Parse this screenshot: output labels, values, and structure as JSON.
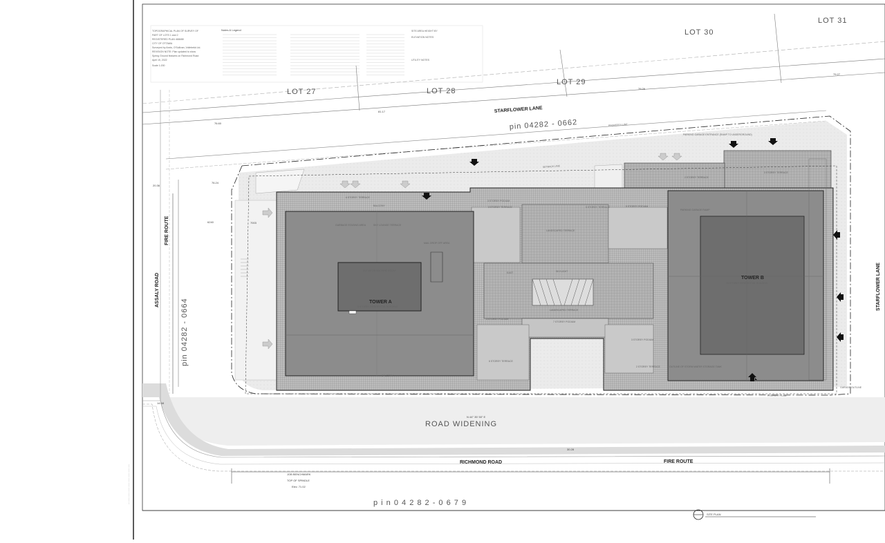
{
  "lots": {
    "lot31": "LOT  31",
    "lot30": "LOT  30",
    "lot29": "LOT  29",
    "lot28": "LOT  28",
    "lot27": "LOT  27"
  },
  "streets": {
    "starflower_lane": "STARFLOWER LANE",
    "starflower_lane_east": "STARFLOWER LANE",
    "assaly_road": "ASSALY ROAD",
    "fire_route_west": "FIRE ROUTE",
    "fire_route_south": "FIRE ROUTE",
    "richmond_road": "RICHMOND ROAD",
    "road_widening": "ROAD          WIDENING"
  },
  "pins": {
    "north": "pin  04282 - 0662",
    "west": "pin  04282 - 0664",
    "south": "p i n   0 4 2 8 2   -   0 6 7 9"
  },
  "buildings": {
    "tower_a": "TOWER A",
    "tower_a_sub": "9 STOREY RESIDENTIAL BUILDING",
    "tower_b": "TOWER B",
    "tower_b_sub": "23 STOREY RESIDENTIAL BUILDING",
    "elevator": "ELEVATOR MACHINE ROOM"
  },
  "areas": {
    "storey3_podium_n": "3 STOREY PODIUM",
    "storey3_terrace_n": "3 STOREY TERRACE",
    "storey2_terrace": "2 STOREY TERRACE",
    "storey3_terrace_ne": "3 STOREY TERRACE",
    "storey6_terrace": "6 STOREY TERRACE",
    "storey5_terrace": "5 STOREY TERRACE",
    "storey5_podium": "5 STOREY PODIUM",
    "storey3_podium_s": "3 STOREY PODIUM",
    "storey6_terrace_s": "6 STOREY TERRACE",
    "storey3_podium_se": "3 STOREY PODIUM",
    "storey2_terrace_s": "2 STOREY TERRACE",
    "landscaped_terrace_n": "LANDSCAPED TERRACE",
    "landscaped_terrace_s": "LANDSCAPED TERRACE",
    "storey7_podium": "7 STOREY PODIUM",
    "skylight": "SKYLIGHT",
    "east": "EAST",
    "balcony_n": "BALCONY",
    "balcony_s": "BALCONY",
    "garbage": "GARBAGE STAGING AREA",
    "sky_lounge": "SKY LOUNGE TERRACE",
    "mail_drop": "MAIL DROP OFF AREA",
    "parking_ramp": "PARKING GARAGE RAMP",
    "stormwater": "OUTLINE OF STORM WATER STORAGE TANK",
    "garage_outline": "GARAGE OUTLINE",
    "property_line_s": "PROPERTY LINE",
    "property_line_n": "PROPERTY LINE",
    "setback": "SETBACK LINE",
    "parking_entrance": "PARKING GARAGE ENTRANCE (RAMP TO UNDERGROUND)"
  },
  "dims": {
    "d1": "76.60",
    "d2": "76.24",
    "d3": "79.27",
    "d4": "79.29",
    "d5": "81.17",
    "d6": "20.36",
    "d7": "6240",
    "d8": "7003",
    "d9": "14.68",
    "d10": "30.28"
  },
  "benchmark": {
    "line1": "JOB BENCHMARK",
    "line2": "TOP OF SPINDLE",
    "line3": "Elev. 71.02"
  },
  "bearing": "N 44° 35' 50\" E",
  "title_block": {
    "label": "SITE PLAN"
  },
  "legend": {
    "title": "Notes & Legend",
    "survey": [
      "TOPOGRAPHICAL PLAN OF SURVEY OF",
      "PART OF LOTS 1 and 2",
      "REGISTERED PLAN 468488",
      "CITY OF OTTAWA",
      "Surveyed by Annis, O'Sullivan, Vollebekk Ltd.",
      "REVISION NOTE: Plan updated to show",
      "Spring Ground features on Richmond Road",
      "April 15, 2022",
      "Scale 1:200"
    ],
    "notes_title": "SITE AREA HEIGHT BY",
    "notes_sub": "ELEVATION NOTES",
    "utility": "UTILITY NOTES"
  }
}
